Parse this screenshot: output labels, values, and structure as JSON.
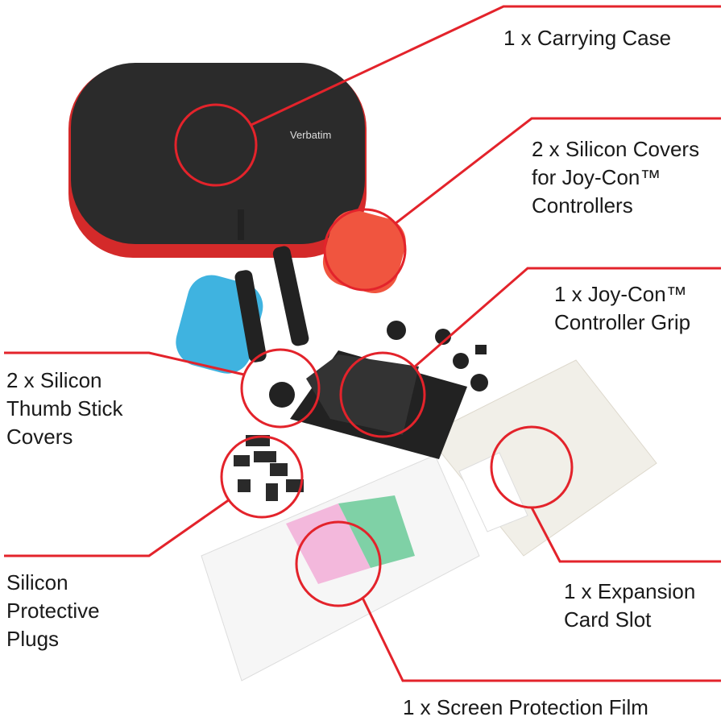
{
  "colors": {
    "callout": "#e3232b",
    "case": "#2b2b2b",
    "case_zip": "#d42a2a",
    "cover_red": "#f0553f",
    "cover_blue": "#3fb3e0",
    "card_slot": "#f1efe8"
  },
  "brand_logo": "Verbatim",
  "callouts": [
    {
      "id": "carrying-case",
      "text": "1 x Carrying Case"
    },
    {
      "id": "joycon-covers",
      "text": "2 x Silicon Covers\nfor Joy-Con™\nControllers"
    },
    {
      "id": "controller-grip",
      "text": "1 x Joy-Con™\nController Grip"
    },
    {
      "id": "thumb-stick-covers",
      "text": "2 x Silicon\nThumb Stick\nCovers"
    },
    {
      "id": "protective-plugs",
      "text": "Silicon\nProtective\nPlugs"
    },
    {
      "id": "expansion-card-slot",
      "text": "1 x Expansion\nCard Slot"
    },
    {
      "id": "screen-protection-film",
      "text": "1 x Screen Protection Film"
    }
  ]
}
